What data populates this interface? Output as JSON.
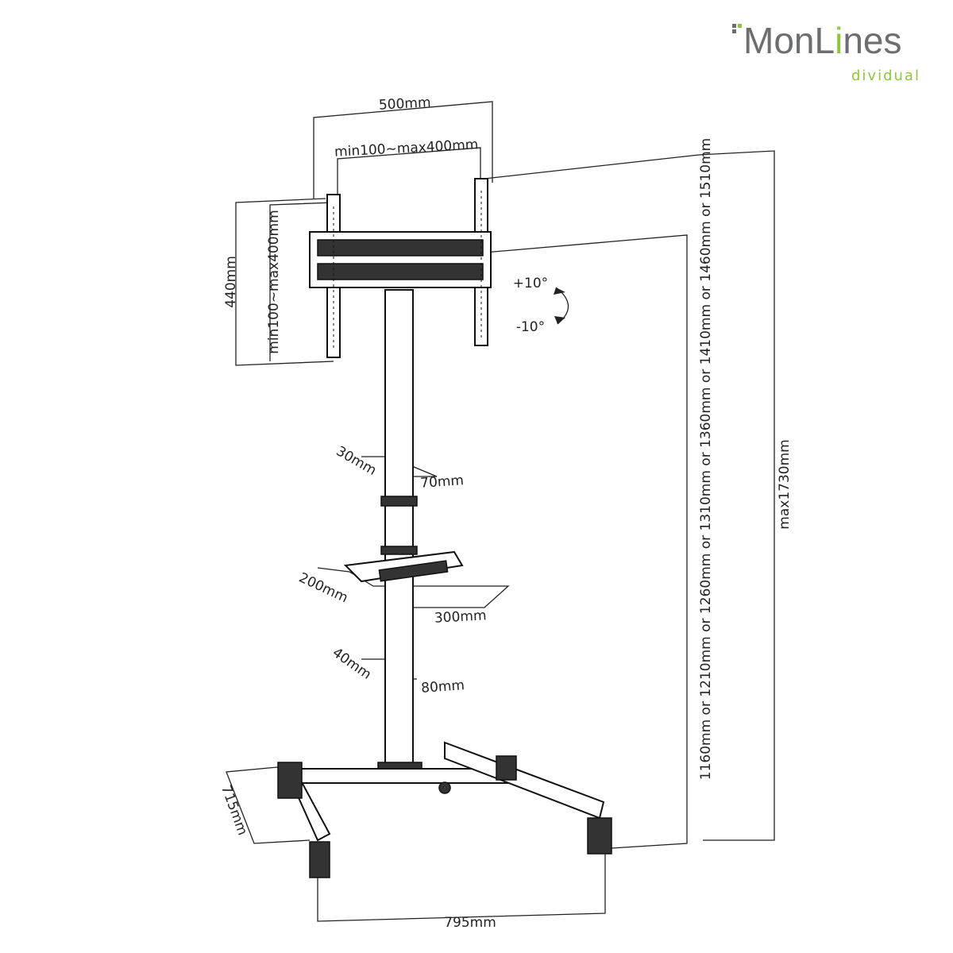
{
  "logo": {
    "brand_gray": "MonL",
    "brand_green": "i",
    "brand_gray_2": "nes",
    "tagline": "dividual",
    "colors": {
      "gray": "#6d6e70",
      "green": "#8dc63f"
    }
  },
  "dimensions": {
    "bracket_width": "500mm",
    "vesa_horizontal": "min100~max400mm",
    "bracket_height": "440mm",
    "vesa_vertical": "min100~max400mm",
    "tilt_up": "+10°",
    "tilt_down": "-10°",
    "pole_depth_upper": "30mm",
    "pole_width_upper": "70mm",
    "shelf_depth": "200mm",
    "shelf_width": "300mm",
    "pole_depth_lower": "40mm",
    "pole_width_lower": "80mm",
    "base_depth": "715mm",
    "base_width": "795mm",
    "height_options": "1160mm or 1210mm or 1260mm or 1310mm or 1360mm or 1410mm or 1460mm or 1510mm",
    "max_height": "max1730mm"
  }
}
